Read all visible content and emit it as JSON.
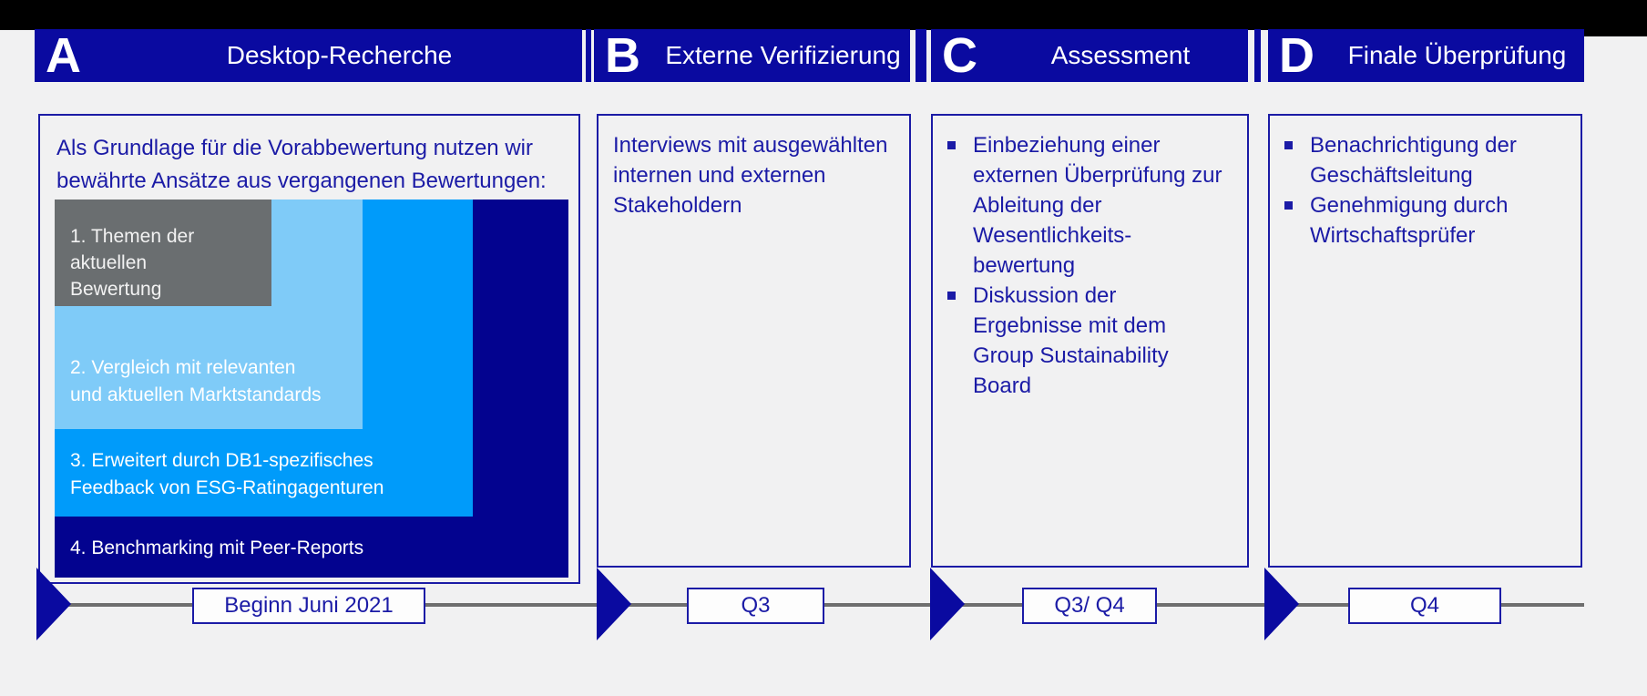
{
  "slide": {
    "background": "#F1F1F2",
    "top_bar_color": "#000000"
  },
  "colors": {
    "header_navy": "#0A0AA0",
    "text_navy": "#1B1BA6",
    "layer_dark_navy": "#03038F",
    "layer_azure": "#009BFA",
    "layer_light_blue": "#7FCBF8",
    "layer_gray": "#6A6E70",
    "timeline_line_gray": "#6E6E6E",
    "layer_text_white": "#FFFFFF"
  },
  "phases": [
    {
      "letter": "A",
      "title": "Desktop-Recherche",
      "timeline_label": "Beginn Juni 2021"
    },
    {
      "letter": "B",
      "title": "Externe Verifizierung",
      "timeline_label": "Q3"
    },
    {
      "letter": "C",
      "title": "Assessment",
      "timeline_label": "Q3/ Q4"
    },
    {
      "letter": "D",
      "title": "Finale Überprüfung",
      "timeline_label": "Q4"
    }
  ],
  "phase_a": {
    "intro": "Als Grundlage für die Vorabbewertung nutzen wir\nbewährte Ansätze aus vergangenen Bewertungen:",
    "layers": [
      {
        "label": "1. Themen der\naktuellen\nBewertung",
        "color": "#6A6E70"
      },
      {
        "label": "2. Vergleich mit relevanten\nund aktuellen Marktstandards",
        "color": "#7FCBF8"
      },
      {
        "label": "3. Erweitert durch DB1-spezifisches\nFeedback von ESG-Ratingagenturen",
        "color": "#009BFA"
      },
      {
        "label": "4. Benchmarking mit Peer-Reports",
        "color": "#03038F"
      }
    ]
  },
  "phase_b": {
    "text": "Interviews mit ausgewählten\ninternen und externen\nStakeholdern"
  },
  "phase_c": {
    "bullets": [
      "Einbeziehung einer\nexternen Überprüfung zur\nAbleitung der\nWesentlichkeits-\nbewertung",
      "Diskussion der\nErgebnisse mit dem\nGroup Sustainability\nBoard"
    ]
  },
  "phase_d": {
    "bullets": [
      "Benachrichtigung der\nGeschäftsleitung",
      "Genehmigung durch\nWirtschaftsprüfer"
    ]
  }
}
